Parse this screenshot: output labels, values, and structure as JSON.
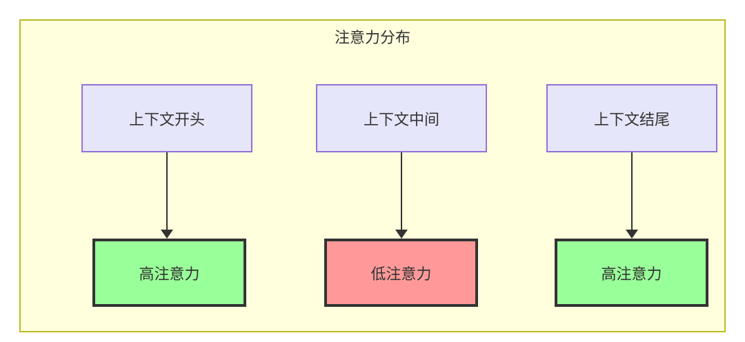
{
  "diagram": {
    "title": "注意力分布",
    "colors": {
      "container_fill": "#ffffdd",
      "container_border": "#bbbb22",
      "context_fill": "#e6e6fa",
      "context_border": "#9370db",
      "high_attention_fill": "#99ff99",
      "low_attention_fill": "#ff9999",
      "node_border": "#333333",
      "arrow": "#333333",
      "text": "#333333"
    },
    "columns": [
      {
        "context_label": "上下文开头",
        "attention_label": "高注意力",
        "attention_level": "high"
      },
      {
        "context_label": "上下文中间",
        "attention_label": "低注意力",
        "attention_level": "low"
      },
      {
        "context_label": "上下文结尾",
        "attention_label": "高注意力",
        "attention_level": "high"
      }
    ]
  }
}
